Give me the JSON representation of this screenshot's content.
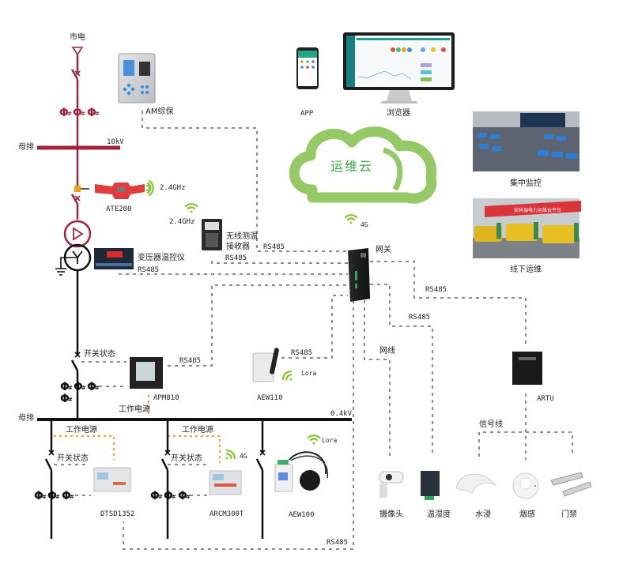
{
  "diagram": {
    "title": "",
    "colors": {
      "hv_line": "#a3233d",
      "lv_line": "#111111",
      "comm_dash": "#8a8a8a",
      "power_dash": "#f0a030",
      "wireless": "#8cc63f",
      "cloud": "#95c965",
      "cloud_text": "#3aa84a",
      "transformer_hv": "#a3233d",
      "transformer_lv": "#111111"
    },
    "grid": {
      "source_label": "市电",
      "hv_bus_label": "母排",
      "hv_voltage": "10kV",
      "lv_bus_label": "母排",
      "lv_voltage": "0.4kV",
      "switch_status_label": "开关状态",
      "work_power_label": "工作电源",
      "ct_symbol": "Φ#"
    },
    "devices": {
      "am_protection": {
        "label": "AM综保",
        "icon": "protection-relay-icon"
      },
      "ate200": {
        "label": "ATE200",
        "wireless": "2.4GHz",
        "icon": "temperature-sensor-icon"
      },
      "wireless_receiver": {
        "label_line1": "无线测温",
        "label_line2": "接收器",
        "wireless": "2.4GHz",
        "protocol": "RS485",
        "icon": "receiver-icon"
      },
      "transformer_controller": {
        "label": "变压器温控仪",
        "protocol": "RS485",
        "icon": "temp-controller-icon"
      },
      "gateway": {
        "label": "网关",
        "icon": "gateway-icon"
      },
      "apm810": {
        "label": "APM810",
        "protocol": "RS485",
        "icon": "power-meter-icon"
      },
      "aew110": {
        "label": "AEW110",
        "protocol": "RS485",
        "wireless": "Lora",
        "icon": "lora-meter-icon"
      },
      "dtsd1352": {
        "label": "DTSD1352",
        "icon": "energy-meter-icon"
      },
      "arcm300t": {
        "label": "ARCM300T",
        "wireless": "4G",
        "icon": "arc-monitor-icon"
      },
      "aew100": {
        "label": "AEW100",
        "wireless": "Lora",
        "protocol": "RS485",
        "icon": "wireless-meter-icon"
      },
      "artu": {
        "label": "ARTU",
        "protocol": "RS485",
        "icon": "rtu-icon"
      }
    },
    "cloud": {
      "label": "运维云",
      "uplink": "4G"
    },
    "clients": [
      {
        "label": "APP",
        "icon": "smartphone-icon"
      },
      {
        "label": "浏览器",
        "icon": "monitor-icon"
      }
    ],
    "photos": [
      {
        "label": "集中监控",
        "icon": "control-room-photo"
      },
      {
        "label": "线下运维",
        "icon": "service-vehicles-photo",
        "banner": "安科瑞电力运维云平台"
      }
    ],
    "links": {
      "gateway_to_artu": "RS485",
      "gateway_to_sensors": "RS485",
      "network_cable": "网线",
      "signal_line": "信号线",
      "bottom_bus": "RS485"
    },
    "sensors": [
      {
        "label": "摄像头",
        "icon": "camera-icon"
      },
      {
        "label": "温湿度",
        "icon": "humidity-sensor-icon"
      },
      {
        "label": "水浸",
        "icon": "water-leak-sensor-icon"
      },
      {
        "label": "烟感",
        "icon": "smoke-detector-icon"
      },
      {
        "label": "门禁",
        "icon": "door-contact-icon"
      }
    ]
  }
}
